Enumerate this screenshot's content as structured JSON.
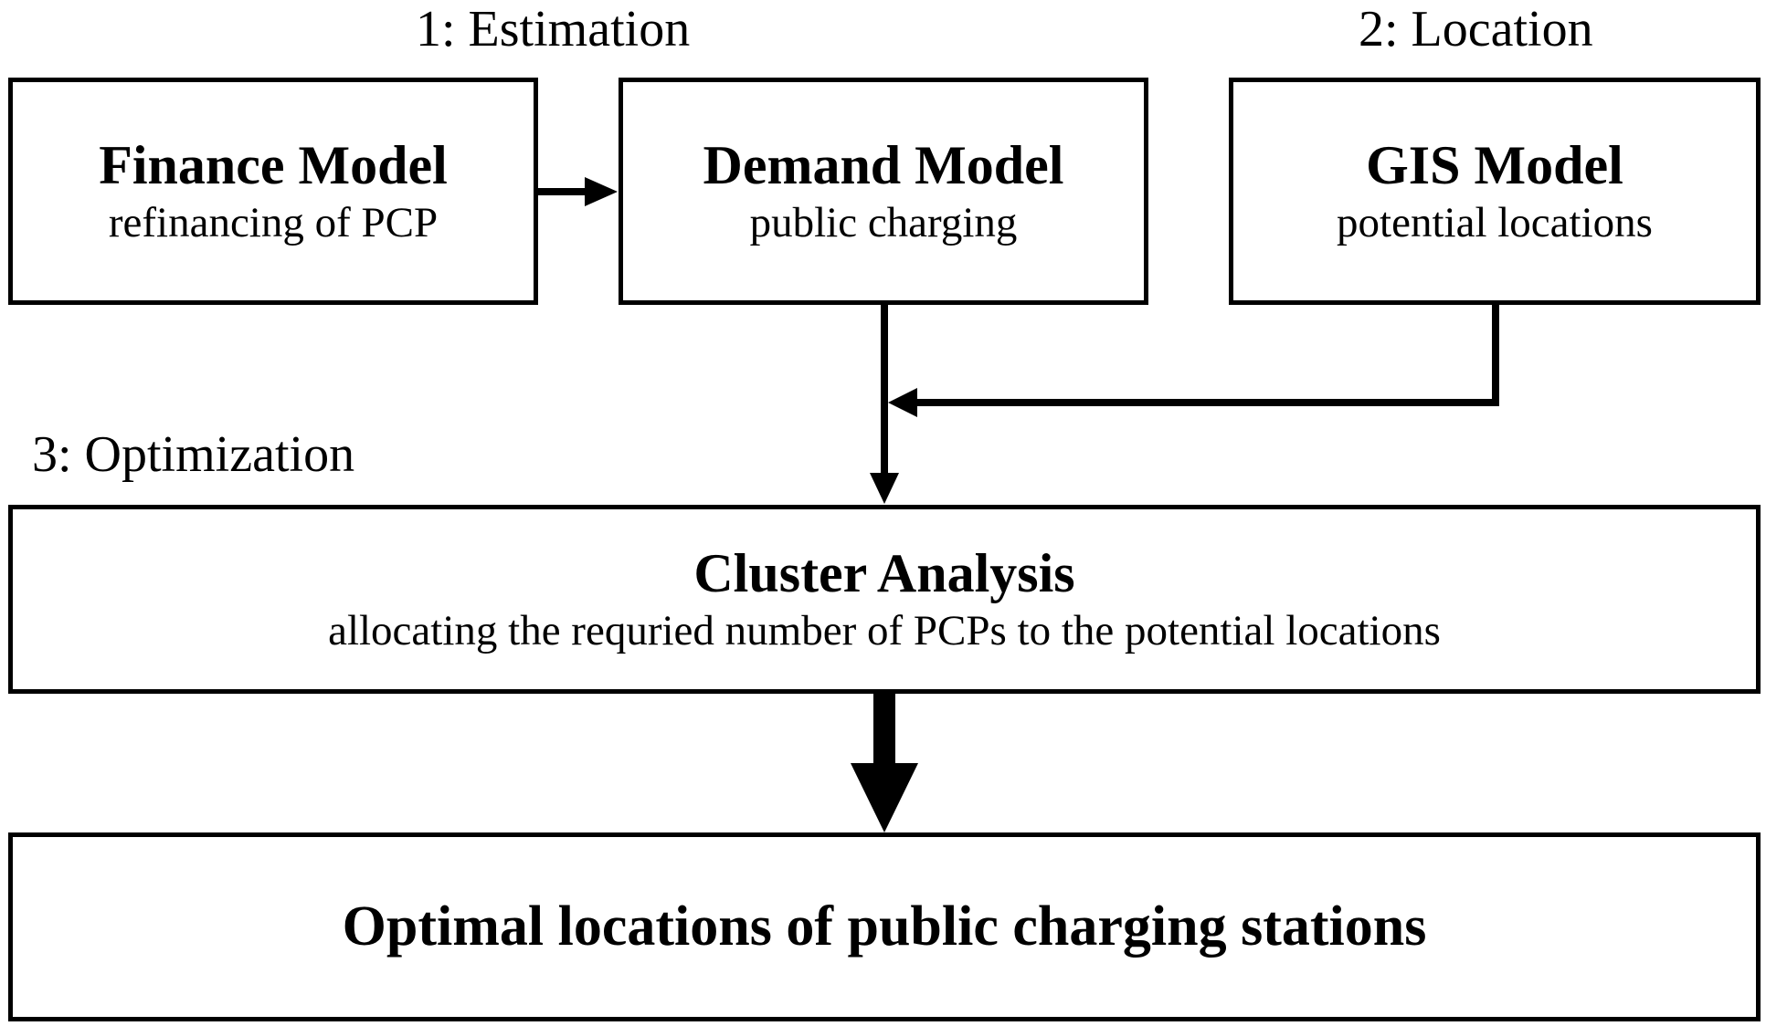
{
  "stages": {
    "estimation": "1: Estimation",
    "location": "2: Location",
    "optimization": "3: Optimization"
  },
  "finance": {
    "title": "Finance Model",
    "subtitle": "refinancing of PCP"
  },
  "demand": {
    "title": "Demand Model",
    "subtitle": "public charging"
  },
  "gis": {
    "title": "GIS Model",
    "subtitle": "potential locations"
  },
  "cluster": {
    "title": "Cluster Analysis",
    "subtitle": "allocating the requried number of PCPs to the potential locations"
  },
  "result": {
    "title": "Optimal locations of public charging stations"
  },
  "colors": {
    "stroke": "#000000",
    "background": "#ffffff"
  }
}
